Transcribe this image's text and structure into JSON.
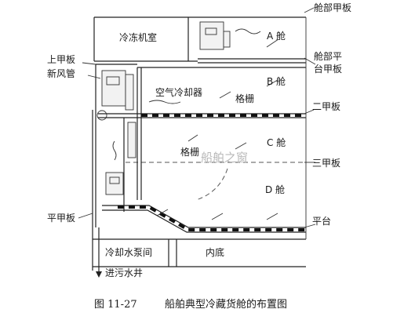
{
  "labels": {
    "deck_top": "舱部甲板",
    "machine_room": "冷冻机室",
    "hold_a": "A 舱",
    "platform_deck": "舱部平\n台甲板",
    "upper_deck": "上甲板",
    "fresh_air_pipe": "新风管",
    "hold_b": "B 舱",
    "air_cooler": "空气冷却器",
    "grating_upper": "格栅",
    "second_deck": "二甲板",
    "hold_c": "C 舱",
    "grating_mid": "格栅",
    "third_deck": "三甲板",
    "hold_d": "D 舱",
    "flat_deck": "平甲板",
    "platform": "平台",
    "pump_room": "冷却水泵间",
    "inner_bottom": "内底",
    "to_sump": "进污水井",
    "watermark": "船舶之窗"
  },
  "caption": {
    "number": "图 11-27",
    "title": "船舶典型冷藏货舱的布置图"
  },
  "colors": {
    "line": "#222222",
    "background": "#ffffff"
  }
}
